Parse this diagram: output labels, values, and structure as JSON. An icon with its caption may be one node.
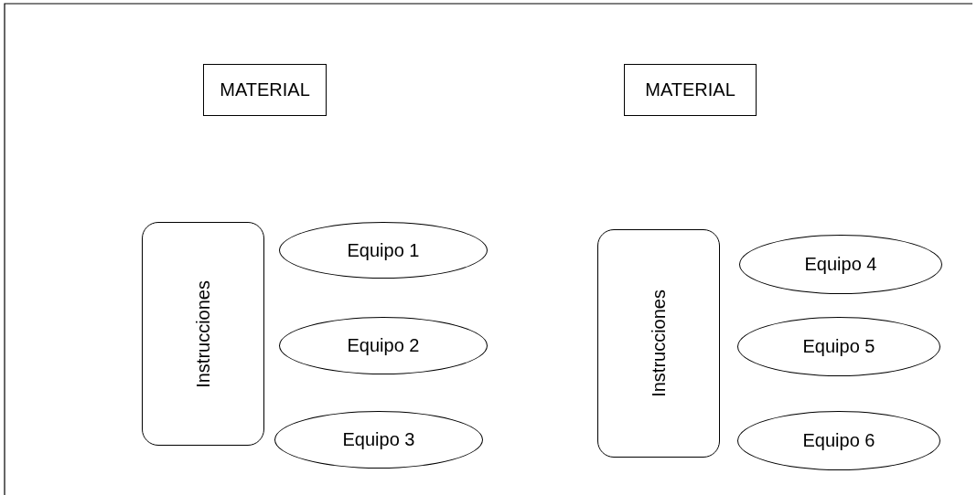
{
  "diagram": {
    "nodes": [
      {
        "text": [
          "MATERIAL"
        ]
      },
      {
        "text": [
          "MATERIAL"
        ]
      },
      {
        "text": [
          "Instrucciones"
        ]
      },
      {
        "text": [
          "Equipo 1"
        ]
      },
      {
        "text": [
          "Equipo 2"
        ]
      },
      {
        "text": [
          "Equipo 3"
        ]
      },
      {
        "text": [
          "Instrucciones"
        ]
      },
      {
        "text": [
          "Equipo 4"
        ]
      },
      {
        "text": [
          "Equipo 5"
        ]
      },
      {
        "text": [
          "Equipo 6"
        ]
      }
    ],
    "edges": []
  }
}
